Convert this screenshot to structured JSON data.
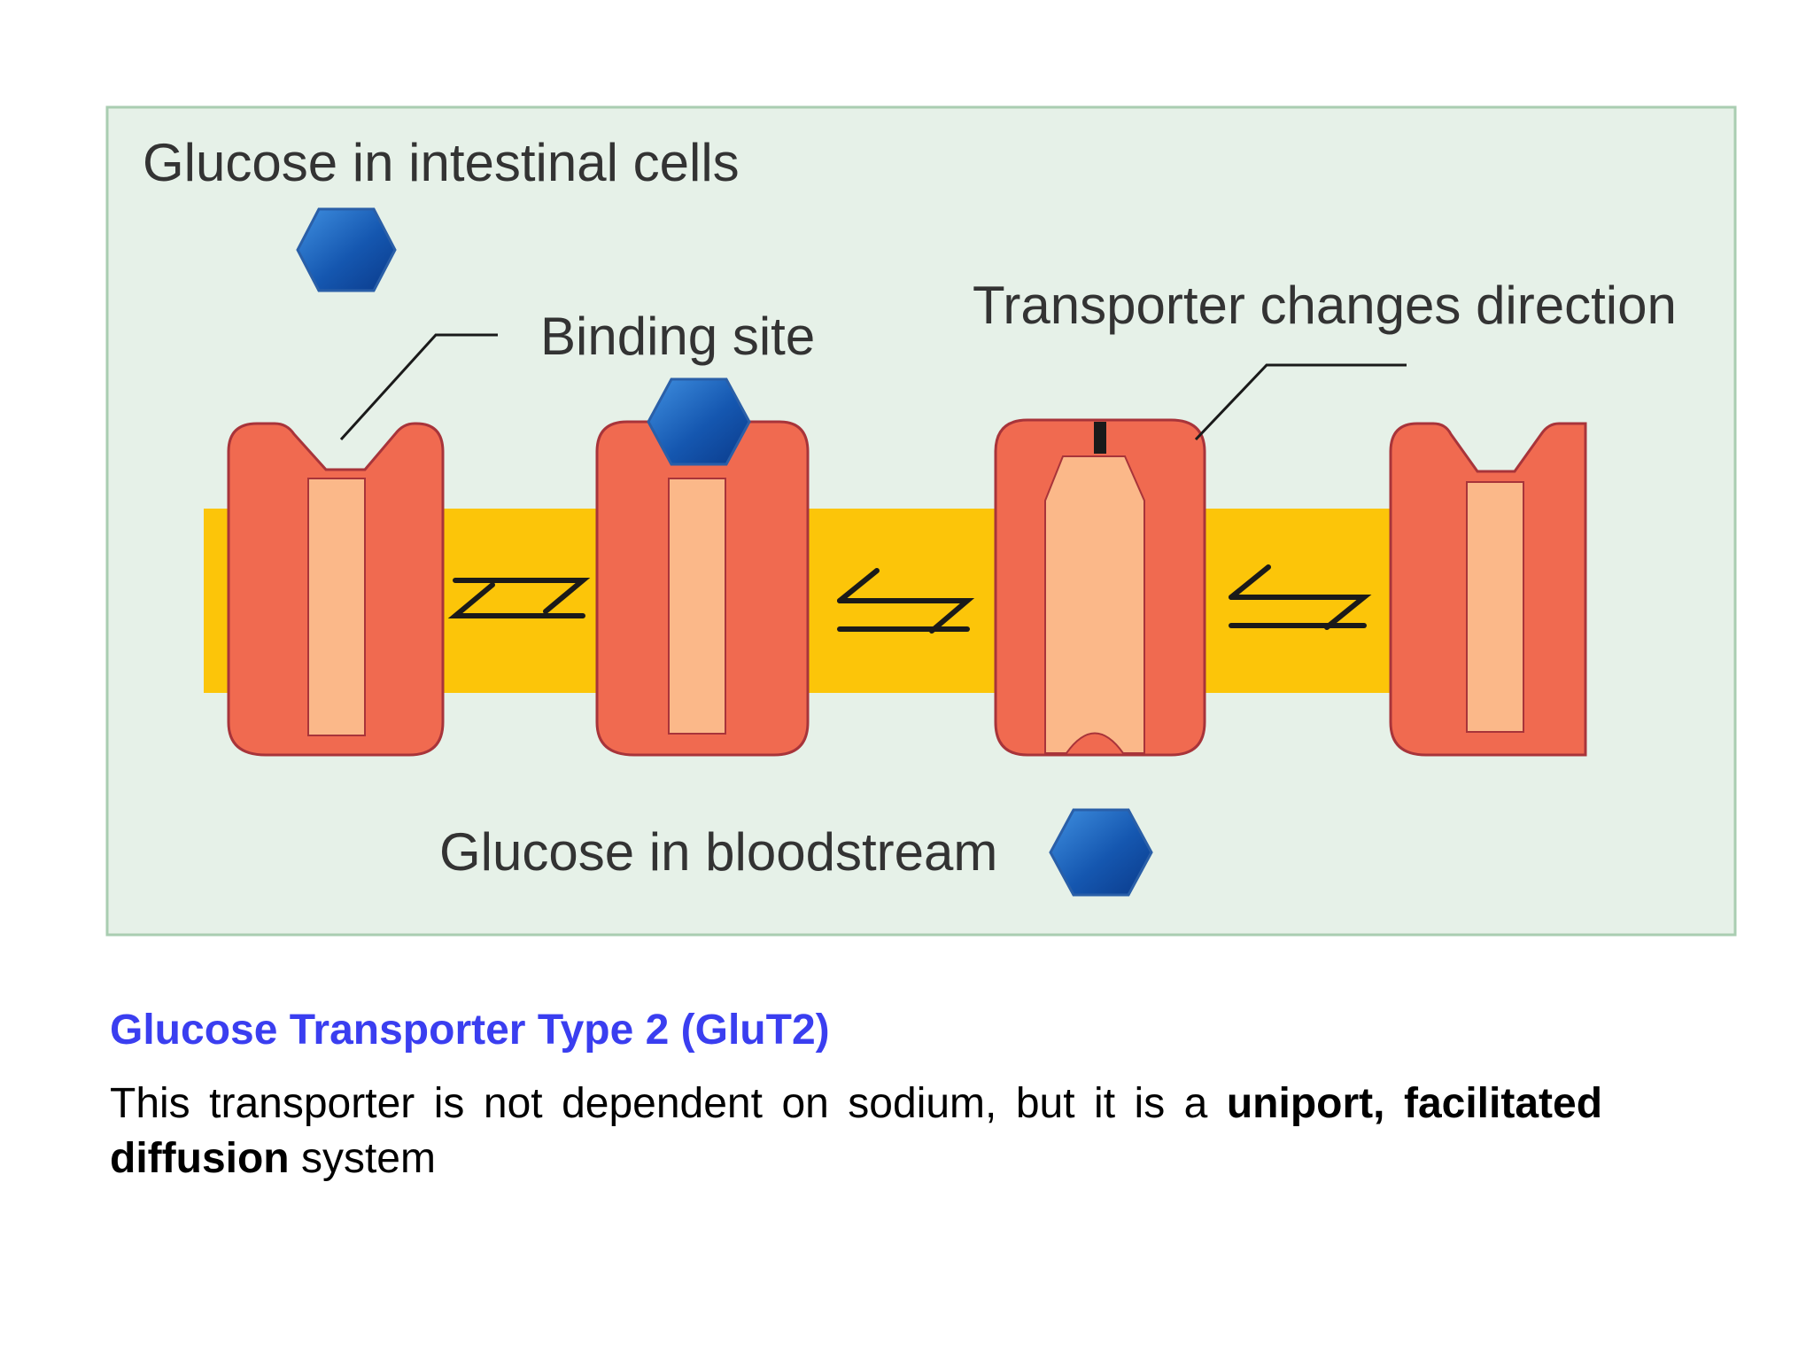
{
  "diagram": {
    "labels": {
      "glucose_intestinal": "Glucose in intestinal cells",
      "binding_site": "Binding site",
      "transporter_changes": "Transporter changes direction",
      "glucose_bloodstream": "Glucose in bloodstream"
    },
    "icons": {
      "glucose": "glucose-hexagon-icon",
      "equilibrium": "equilibrium-arrows-icon"
    },
    "colors": {
      "panel_bg": "#e6f1e8",
      "panel_border": "#a9cdb1",
      "membrane": "#fcc509",
      "transporter": "#f06a50",
      "transporter_outline": "#a8343a",
      "channel": "#fbb889",
      "glucose_light": "#2c7dd6",
      "glucose_dark": "#0a3a8a"
    }
  },
  "caption": {
    "title": "Glucose Transporter Type 2 (GluT2)",
    "body_intro": "This transporter is not dependent on sodium, but it is a ",
    "body_bold_1": "uniport,",
    "body_bold_2": "facilitated diffusion",
    "body_end": " system",
    "colors": {
      "title": "#3a3ef0",
      "body": "#000000"
    }
  }
}
